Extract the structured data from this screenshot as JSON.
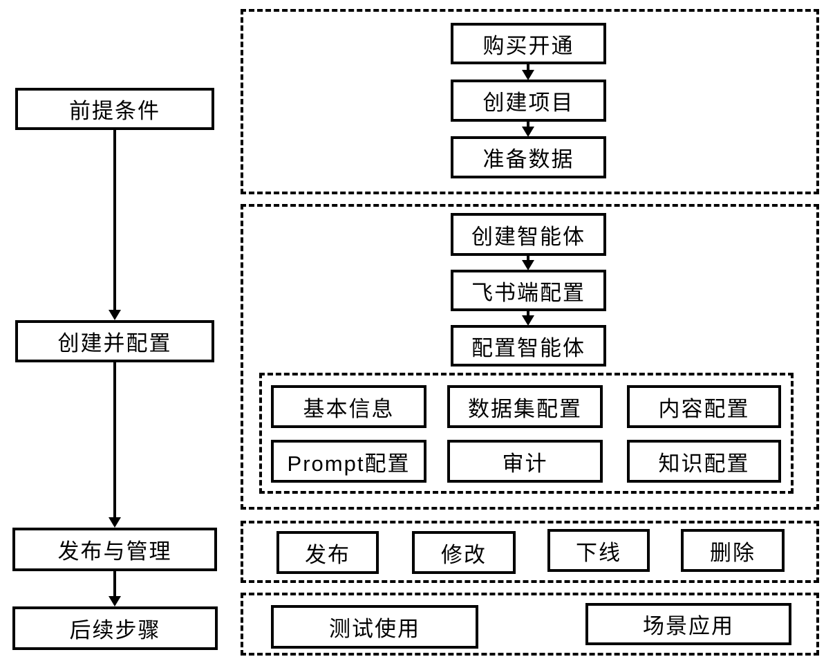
{
  "colors": {
    "stroke": "#000000",
    "background": "#ffffff"
  },
  "stages": [
    {
      "label": "前提条件"
    },
    {
      "label": "创建并配置"
    },
    {
      "label": "发布与管理"
    },
    {
      "label": "后续步骤"
    }
  ],
  "prerequisites": {
    "steps": [
      "购买开通",
      "创建项目",
      "准备数据"
    ]
  },
  "create_configure": {
    "steps": [
      "创建智能体",
      "飞书端配置",
      "配置智能体"
    ],
    "config_items": [
      "基本信息",
      "数据集配置",
      "内容配置",
      "Prompt配置",
      "审计",
      "知识配置"
    ]
  },
  "publish_manage": {
    "actions": [
      "发布",
      "修改",
      "下线",
      "删除"
    ]
  },
  "next_steps": {
    "items": [
      "测试使用",
      "场景应用"
    ]
  }
}
